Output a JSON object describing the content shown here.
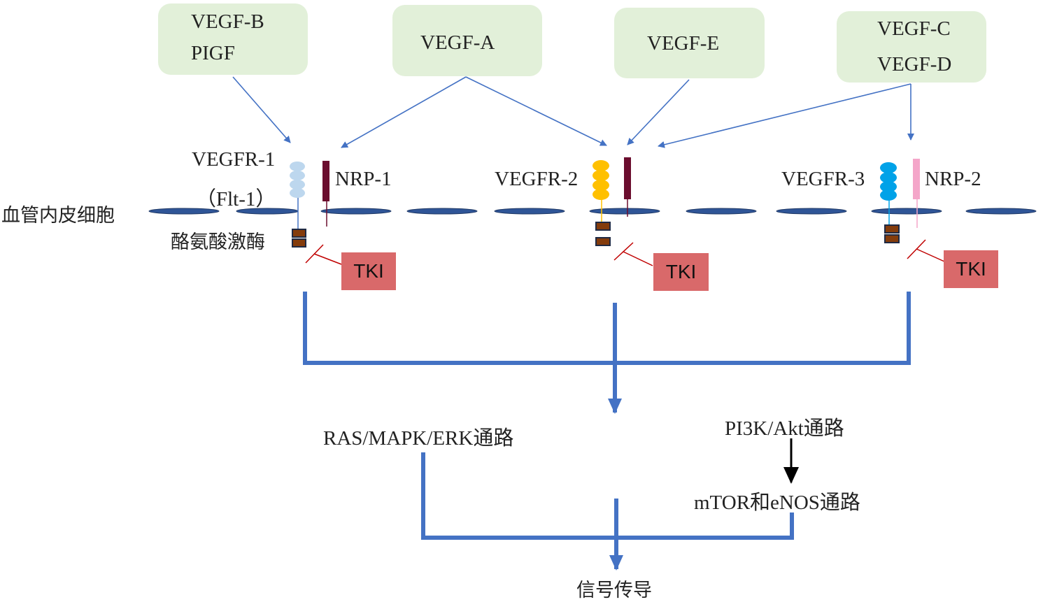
{
  "ligands": {
    "vegf_b_pigf": [
      "VEGF-B",
      "PIGF"
    ],
    "vegf_a": "VEGF-A",
    "vegf_e": "VEGF-E",
    "vegf_c_d": [
      "VEGF-C",
      "VEGF-D"
    ]
  },
  "receptors": {
    "vegfr1": "VEGFR-1",
    "flt1": "（Flt-1）",
    "nrp1": "NRP-1",
    "vegfr2": "VEGFR-2",
    "vegfr3": "VEGFR-3",
    "nrp2": "NRP-2"
  },
  "cell_label": "血管内皮细胞",
  "kinase_label": "酪氨酸激酶",
  "inhibitor_label": "TKI",
  "pathways": {
    "ras": "RAS/MAPK/ERK通路",
    "pi3k": "PI3K/Akt通路",
    "mtor": "mTOR和eNOS通路",
    "output": "信号传导"
  },
  "colors": {
    "ligand_box": "#e2f0d9",
    "membrane": "#2f5597",
    "arrow": "#4472c4",
    "nrp1": "#6b0d2e",
    "nrp2": "#f4a6c9",
    "vegfr1_domain": "#bdd7ee",
    "vegfr2_domain": "#ffc000",
    "vegfr3_domain": "#00a2e8",
    "kinase": "#843c0c",
    "tki_box": "#d9696a",
    "inhibition": "#c00000"
  }
}
